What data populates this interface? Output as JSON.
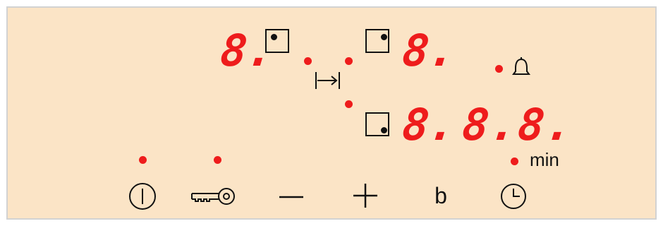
{
  "colors": {
    "background": "#fbe4c6",
    "led_red": "#ee1c1c",
    "symbol": "#111111",
    "border": "#d2d2d2"
  },
  "zones": {
    "rear_left": {
      "display": "8.",
      "icon": "cooking-zone-rear-left-icon"
    },
    "rear_right": {
      "display": "8.",
      "icon": "cooking-zone-rear-right-icon"
    },
    "front_right": {
      "display": "8.",
      "icon": "cooking-zone-front-right-icon"
    }
  },
  "timer": {
    "display": "8.8.",
    "unit_label": "min",
    "bell_icon": "bell-icon"
  },
  "controls": {
    "power": {
      "icon": "power-icon"
    },
    "child_lock": {
      "icon": "key-icon"
    },
    "minus": {
      "icon": "minus-icon"
    },
    "plus": {
      "icon": "plus-icon"
    },
    "b_label": "b",
    "timer": {
      "icon": "clock-icon"
    }
  },
  "zone_select_icon": "arrow-to-bar-icon"
}
